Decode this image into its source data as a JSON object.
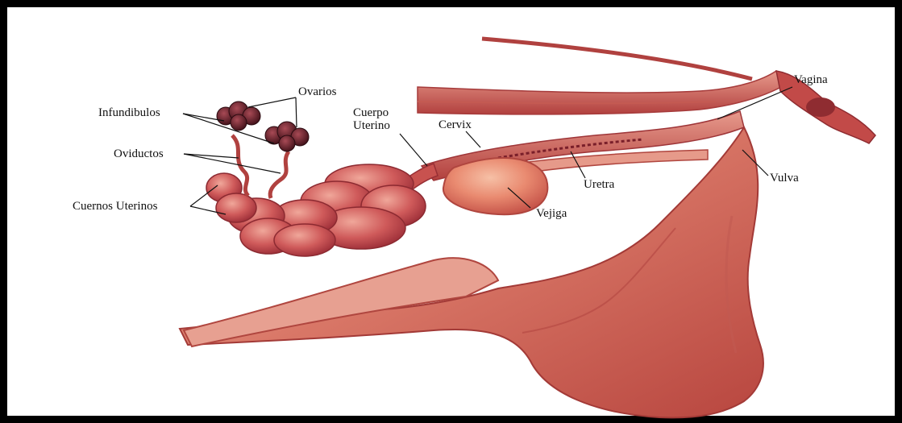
{
  "colors": {
    "tissue_dark": "#b53a3e",
    "tissue_mid": "#d3615c",
    "tissue_light": "#ec9c8c",
    "ovary": "#5a1c24",
    "bladder": "#e2755e",
    "frame": "#000000"
  },
  "labels": {
    "ovarios": "Ovarios",
    "infundibulos": "Infundibulos",
    "oviductos": "Oviductos",
    "cuernos_uterinos": "Cuernos Uterinos",
    "cuerpo_uterino_line1": "Cuerpo",
    "cuerpo_uterino_line2": "Uterino",
    "cervix": "Cervix",
    "uretra": "Uretra",
    "vejiga": "Vejiga",
    "vagina": "Vagina",
    "vulva": "Vulva"
  }
}
